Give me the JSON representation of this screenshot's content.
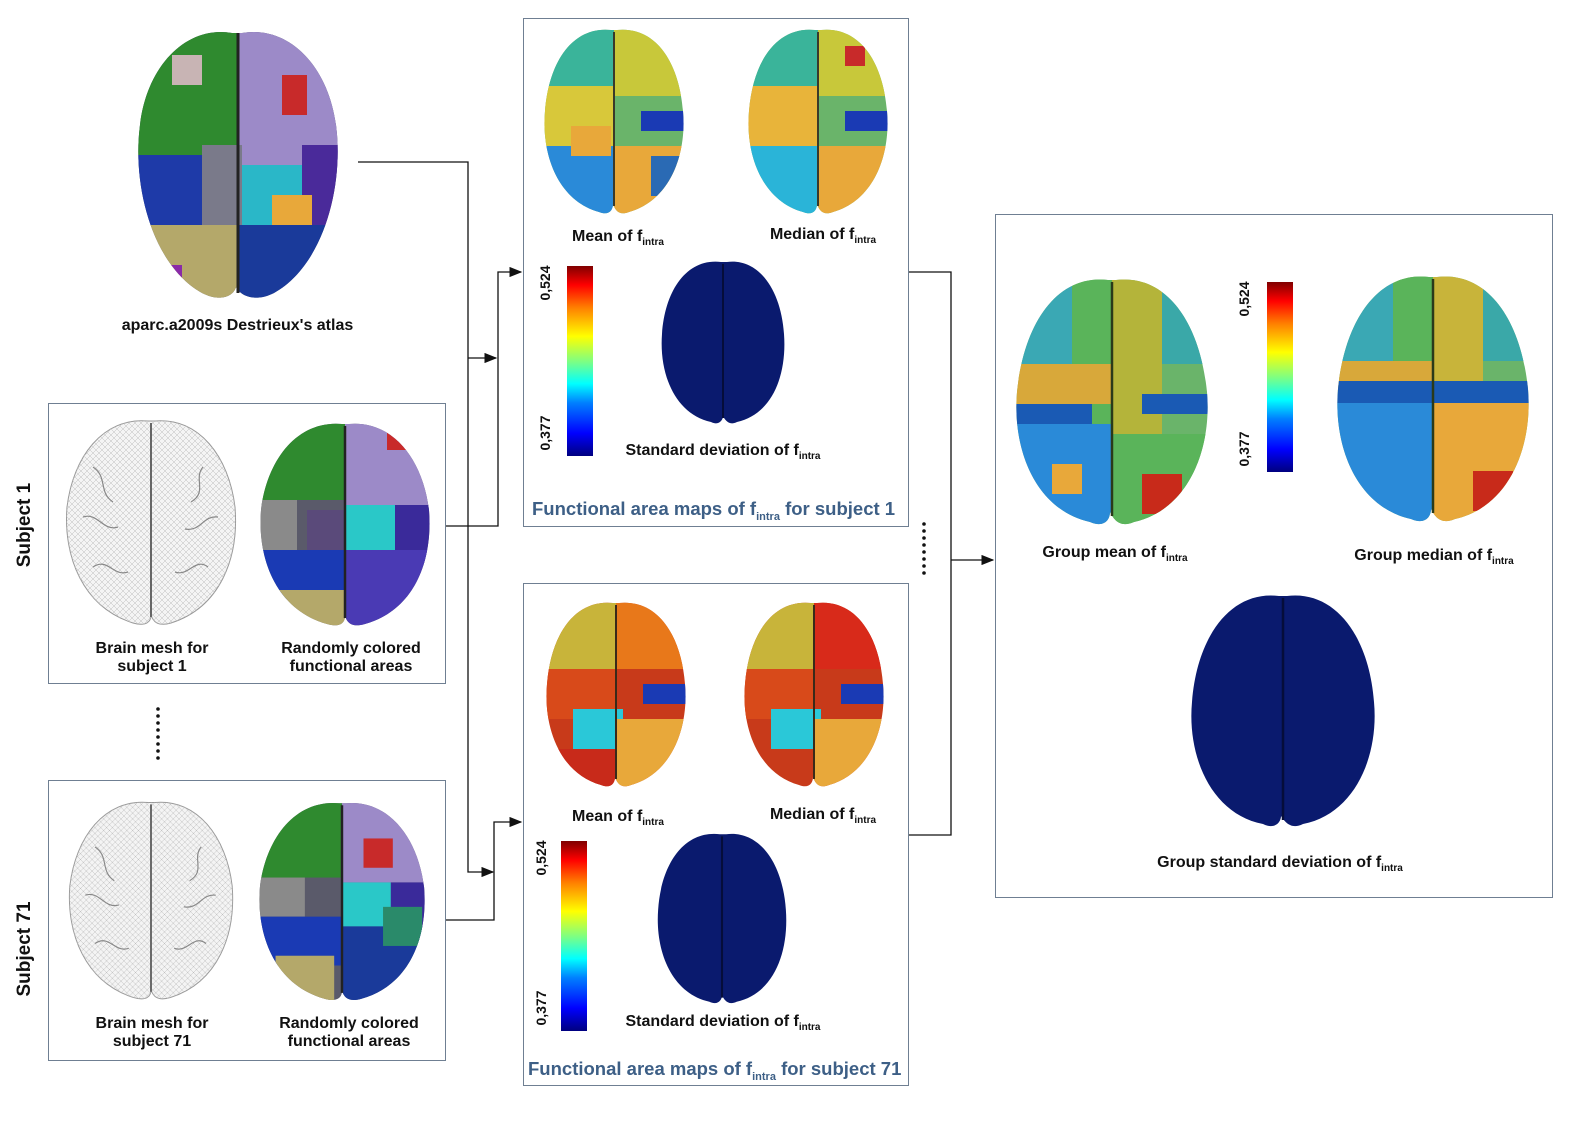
{
  "atlas": {
    "label": "aparc.a2009s Destrieux's atlas"
  },
  "subjects": [
    {
      "side_label": "Subject 1",
      "mesh_label_l1": "Brain mesh for",
      "mesh_label_l2": "subject 1",
      "areas_label_l1": "Randomly colored",
      "areas_label_l2": "functional areas"
    },
    {
      "side_label": "Subject 71",
      "mesh_label_l1": "Brain mesh for",
      "mesh_label_l2": "subject 71",
      "areas_label_l1": "Randomly colored",
      "areas_label_l2": "functional areas"
    }
  ],
  "maps": {
    "mean_prefix": "Mean of f",
    "median_prefix": "Median of f",
    "std_prefix": "Standard deviation of f",
    "subscript": "intra",
    "colorbar_max": "0,524",
    "colorbar_min": "0,377",
    "title_prefix": "Functional area maps of f",
    "title_s1_suffix": " for subject 1",
    "title_s71_suffix": " for subject 71"
  },
  "group": {
    "mean_prefix": "Group mean of f",
    "median_prefix": "Group median of f",
    "std_prefix": "Group standard deviation of f",
    "subscript": "intra",
    "colorbar_max": "0,524",
    "colorbar_min": "0,377"
  },
  "colors": {
    "panel_border": "#6f7f92",
    "title_blue": "#3d5f86",
    "std_brain": "#0a1a6e"
  }
}
